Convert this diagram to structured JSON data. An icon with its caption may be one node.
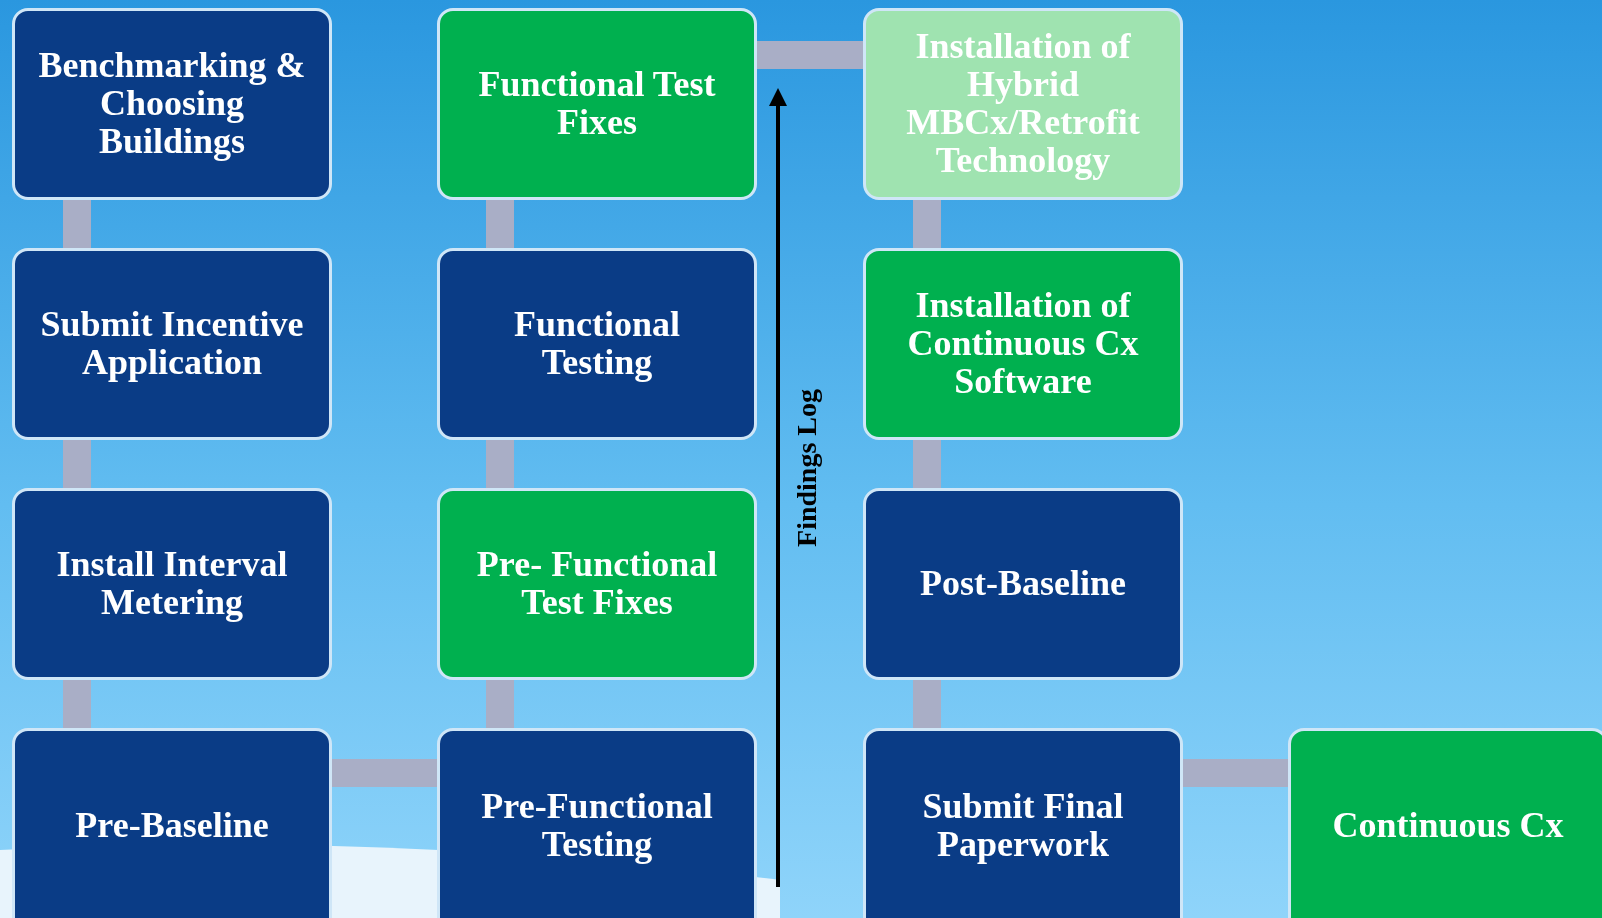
{
  "diagram": {
    "nodes": [
      {
        "text": [
          "Benchmarking & Choosing Buildings"
        ]
      },
      {
        "text": [
          "Submit Incentive Application"
        ]
      },
      {
        "text": [
          "Install Interval Metering"
        ]
      },
      {
        "text": [
          "Pre-Baseline"
        ]
      },
      {
        "text": [
          "Pre-Functional Testing"
        ]
      },
      {
        "text": [
          "Pre- Functional Test Fixes"
        ]
      },
      {
        "text": [
          "Functional Testing"
        ]
      },
      {
        "text": [
          "Functional Test Fixes"
        ]
      },
      {
        "text": [
          "Installation of Hybrid MBCx/Retrofit Technology"
        ]
      },
      {
        "text": [
          "Installation of Continuous Cx Software"
        ]
      },
      {
        "text": [
          "Post-Baseline"
        ]
      },
      {
        "text": [
          "Submit Final Paperwork"
        ]
      },
      {
        "text": [
          "Continuous Cx"
        ]
      }
    ],
    "edges": [
      {
        "from": 0,
        "to": 1,
        "arrow": "none"
      },
      {
        "from": 1,
        "to": 2,
        "arrow": "none"
      },
      {
        "from": 2,
        "to": 3,
        "arrow": "none"
      },
      {
        "from": 3,
        "to": 4,
        "arrow": "none"
      },
      {
        "from": 4,
        "to": 5,
        "arrow": "none"
      },
      {
        "from": 5,
        "to": 6,
        "arrow": "none"
      },
      {
        "from": 6,
        "to": 7,
        "arrow": "none"
      },
      {
        "from": 7,
        "to": 8,
        "arrow": "none"
      },
      {
        "from": 8,
        "to": 9,
        "arrow": "none"
      },
      {
        "from": 9,
        "to": 10,
        "arrow": "none"
      },
      {
        "from": 10,
        "to": 11,
        "arrow": "none"
      },
      {
        "from": 11,
        "to": 12,
        "arrow": "none"
      }
    ],
    "labels": [
      "Findings Log"
    ]
  }
}
